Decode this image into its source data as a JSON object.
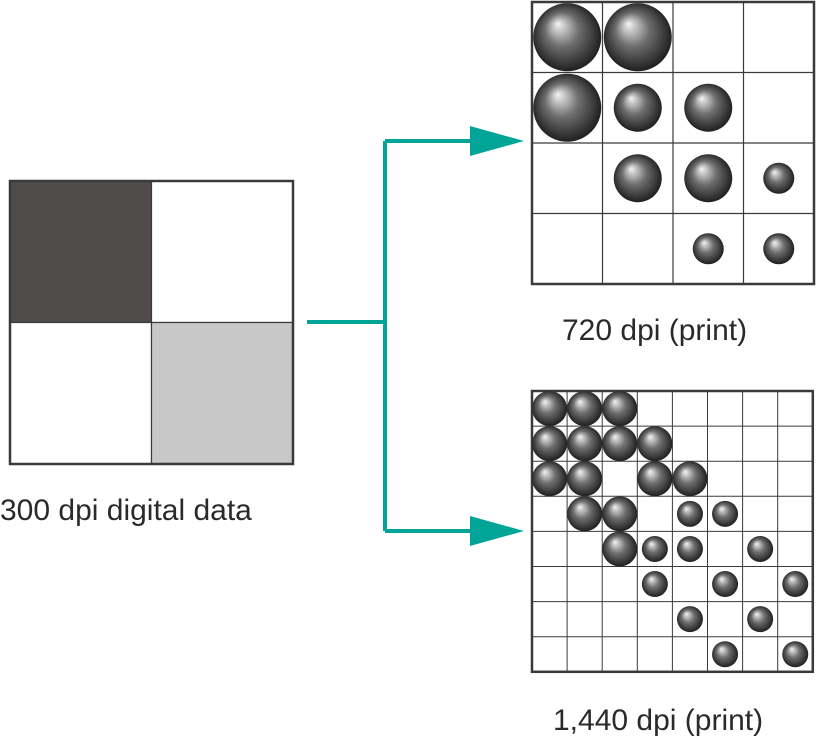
{
  "source": {
    "label": "300 dpi digital data",
    "cells": [
      {
        "row": 0,
        "col": 0,
        "fill": "#4f4c4b"
      },
      {
        "row": 0,
        "col": 1,
        "fill": "#ffffff"
      },
      {
        "row": 1,
        "col": 0,
        "fill": "#ffffff"
      },
      {
        "row": 1,
        "col": 1,
        "fill": "#c8c8c8"
      }
    ]
  },
  "print_720": {
    "label": "720 dpi (print)",
    "grid": {
      "rows": 4,
      "cols": 4
    },
    "dots": [
      {
        "row": 0,
        "col": 0,
        "size": "large"
      },
      {
        "row": 0,
        "col": 1,
        "size": "large"
      },
      {
        "row": 1,
        "col": 0,
        "size": "large"
      },
      {
        "row": 1,
        "col": 1,
        "size": "medium"
      },
      {
        "row": 1,
        "col": 2,
        "size": "medium"
      },
      {
        "row": 2,
        "col": 1,
        "size": "medium"
      },
      {
        "row": 2,
        "col": 2,
        "size": "medium"
      },
      {
        "row": 2,
        "col": 3,
        "size": "small"
      },
      {
        "row": 3,
        "col": 2,
        "size": "small"
      },
      {
        "row": 3,
        "col": 3,
        "size": "small"
      }
    ]
  },
  "print_1440": {
    "label": "1,440 dpi (print)",
    "grid": {
      "rows": 8,
      "cols": 8
    },
    "dots": [
      {
        "row": 0,
        "col": 0,
        "size": "large"
      },
      {
        "row": 0,
        "col": 1,
        "size": "large"
      },
      {
        "row": 0,
        "col": 2,
        "size": "large"
      },
      {
        "row": 1,
        "col": 0,
        "size": "large"
      },
      {
        "row": 1,
        "col": 1,
        "size": "large"
      },
      {
        "row": 1,
        "col": 2,
        "size": "large"
      },
      {
        "row": 1,
        "col": 3,
        "size": "large"
      },
      {
        "row": 2,
        "col": 0,
        "size": "large"
      },
      {
        "row": 2,
        "col": 1,
        "size": "large"
      },
      {
        "row": 2,
        "col": 3,
        "size": "large"
      },
      {
        "row": 2,
        "col": 4,
        "size": "large"
      },
      {
        "row": 3,
        "col": 1,
        "size": "large"
      },
      {
        "row": 3,
        "col": 2,
        "size": "large"
      },
      {
        "row": 3,
        "col": 4,
        "size": "small"
      },
      {
        "row": 3,
        "col": 5,
        "size": "small"
      },
      {
        "row": 4,
        "col": 2,
        "size": "large"
      },
      {
        "row": 4,
        "col": 3,
        "size": "small"
      },
      {
        "row": 4,
        "col": 4,
        "size": "small"
      },
      {
        "row": 4,
        "col": 6,
        "size": "small"
      },
      {
        "row": 5,
        "col": 3,
        "size": "small"
      },
      {
        "row": 5,
        "col": 5,
        "size": "small"
      },
      {
        "row": 5,
        "col": 7,
        "size": "small"
      },
      {
        "row": 6,
        "col": 4,
        "size": "small"
      },
      {
        "row": 6,
        "col": 6,
        "size": "small"
      },
      {
        "row": 7,
        "col": 5,
        "size": "small"
      },
      {
        "row": 7,
        "col": 7,
        "size": "small"
      }
    ]
  },
  "colors": {
    "connector": "#00a598",
    "grid_line": "#3a3a3a",
    "dot_light": "#f4f4f4",
    "dot_mid": "#6e6e6e",
    "dot_dark": "#151515"
  }
}
